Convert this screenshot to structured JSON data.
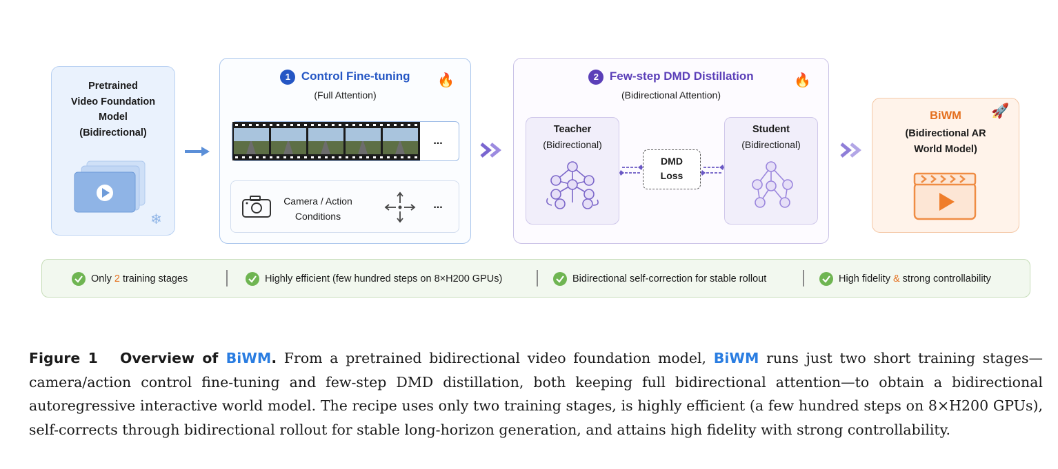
{
  "pretrained": {
    "line1": "Pretrained",
    "line2": "Video Foundation",
    "line3": "Model",
    "line4": "(Bidirectional)"
  },
  "stage1": {
    "number": "1",
    "title": "Control Fine-tuning",
    "subtitle": "(Full Attention)",
    "more": "...",
    "cond_line1": "Camera / Action",
    "cond_line2": "Conditions",
    "cond_more": "..."
  },
  "stage2": {
    "number": "2",
    "title": "Few-step DMD Distillation",
    "subtitle": "(Bidirectional Attention)",
    "teacher": "Teacher",
    "teacher_sub": "(Bidirectional)",
    "student": "Student",
    "student_sub": "(Bidirectional)",
    "loss_line1": "DMD",
    "loss_line2": "Loss"
  },
  "result": {
    "title": "BiWM",
    "line1": "(Bidirectional AR",
    "line2": "World Model)"
  },
  "benefits": {
    "b1_pre": "Only ",
    "b1_num": "2",
    "b1_post": " training stages",
    "b2": "Highly efficient (few hundred steps on 8×H200 GPUs)",
    "b3": "Bidirectional self-correction for stable rollout",
    "b4_pre": "High fidelity ",
    "b4_amp": "&",
    "b4_post": " strong controllability"
  },
  "caption": {
    "label": "Figure 1",
    "title_pre": "Overview of ",
    "title_name": "BiWM",
    "title_post": ".",
    "t1": " From a pretrained bidirectional video foundation model, ",
    "name2": "BiWM",
    "t2": " runs just two short training stages—camera/action control fine-tuning and few-step DMD distillation, both keeping full bidirectional attention—to obtain a bidirectional autoregressive interactive world model. The recipe uses only two training stages, is highly efficient (a few hundred steps on 8×H200 GPUs), self-corrects through bidirectional rollout for stable long-horizon generation, and attains high fidelity with strong controllability."
  },
  "colors": {
    "stage1_accent": "#2456c4",
    "stage2_accent": "#5b3fb8",
    "result_accent": "#e46f1e",
    "check": "#6fb552"
  }
}
